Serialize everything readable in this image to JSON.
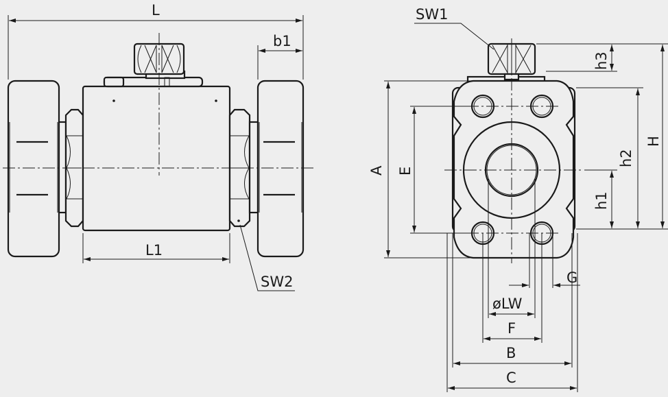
{
  "labels": {
    "L": "L",
    "b1": "b1",
    "L1": "L1",
    "SW2": "SW2",
    "SW1": "SW1",
    "h3": "h3",
    "h2": "h2",
    "h1": "h1",
    "H": "H",
    "A": "A",
    "E": "E",
    "G": "G",
    "LW": "øLW",
    "F": "F",
    "B": "B",
    "C": "C"
  },
  "colors": {
    "line": "#1a1a1a",
    "background": "#eeeeee"
  }
}
